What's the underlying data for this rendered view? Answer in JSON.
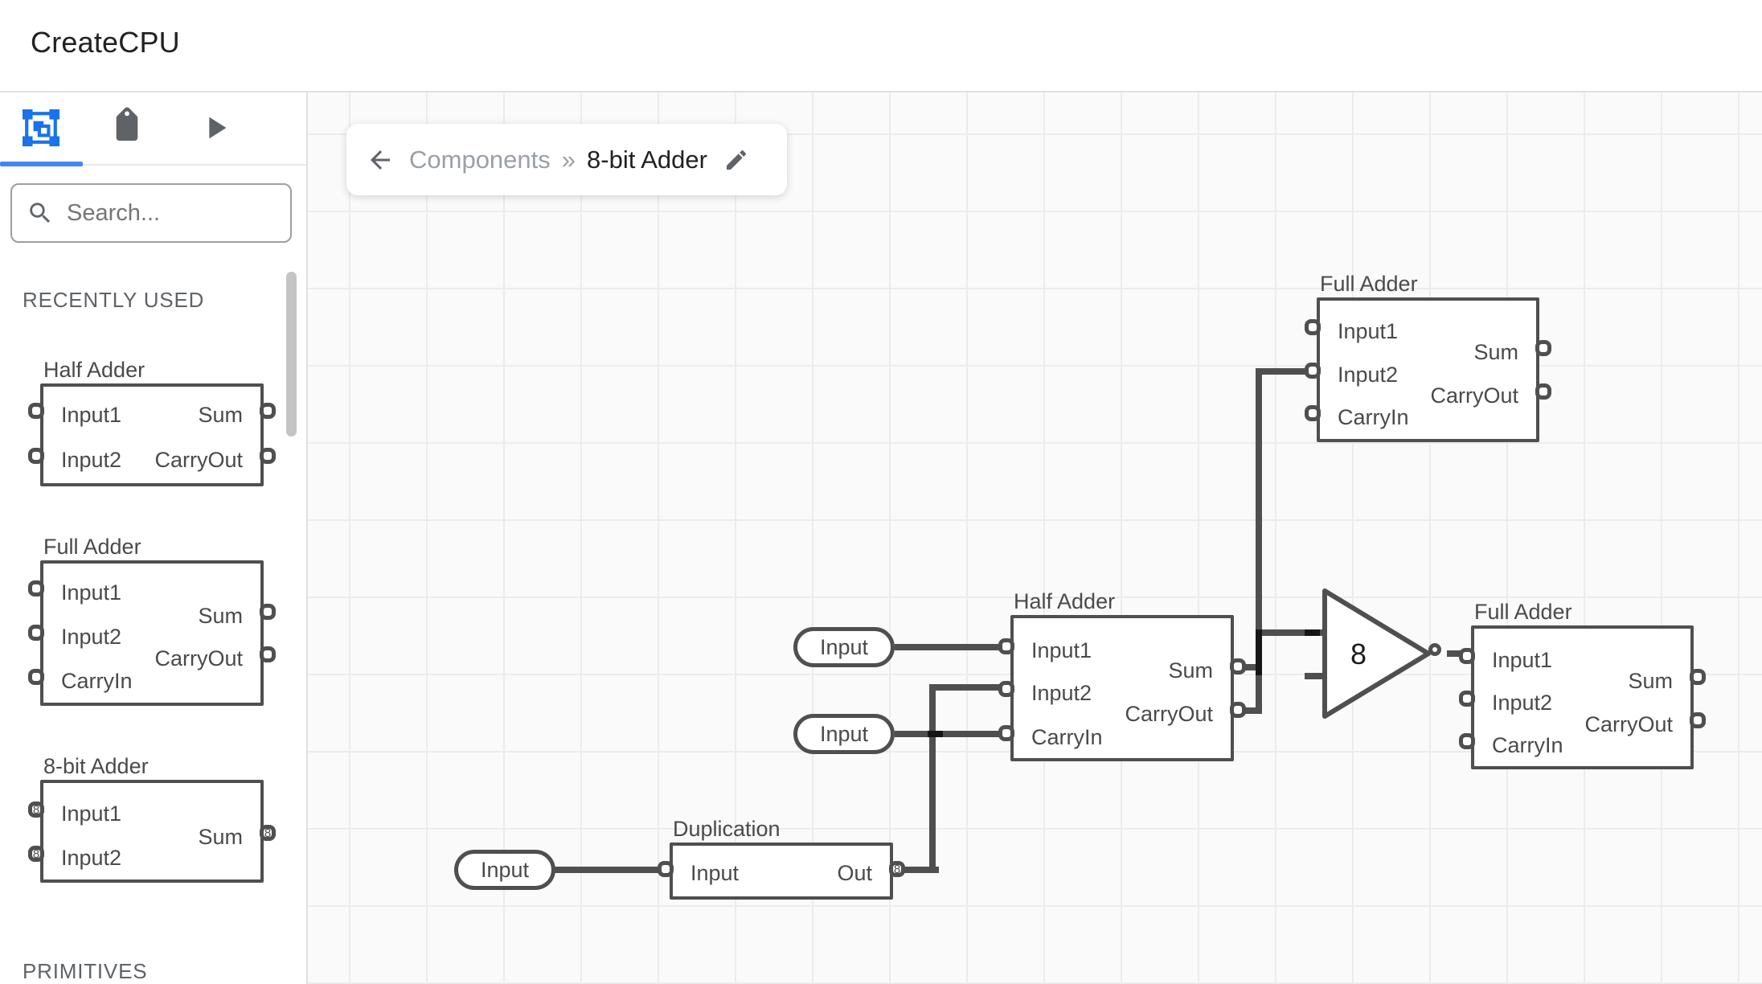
{
  "header": {
    "title": "CreateCPU"
  },
  "colors": {
    "accent_blue": "#1a73e8",
    "tab_underline": "#4285f4",
    "wire": "#4f4f4f",
    "wire_overlap": "#161616",
    "component_border": "#4f4f4f",
    "canvas_bg": "#fafafa",
    "grid_line": "#ececec",
    "label_text": "#4a4a4a",
    "muted_text": "#5f6368"
  },
  "sidebar": {
    "tabs": [
      {
        "icon": "components-icon",
        "active": true
      },
      {
        "icon": "tag-icon",
        "active": false
      },
      {
        "icon": "play-icon",
        "active": false
      }
    ],
    "search": {
      "placeholder": "Search...",
      "value": "",
      "icon": "search-icon"
    },
    "sections": {
      "recently_used": "RECENTLY USED",
      "primitives": "PRIMITIVES"
    },
    "components": [
      {
        "title": "Half Adder",
        "left_ports": [
          {
            "label": "Input1"
          },
          {
            "label": "Input2"
          }
        ],
        "right_ports": [
          {
            "label": "Sum"
          },
          {
            "label": "CarryOut"
          }
        ]
      },
      {
        "title": "Full Adder",
        "left_ports": [
          {
            "label": "Input1"
          },
          {
            "label": "Input2"
          },
          {
            "label": "CarryIn"
          }
        ],
        "right_ports": [
          {
            "label": "Sum"
          },
          {
            "label": "CarryOut"
          }
        ]
      },
      {
        "title": "8-bit Adder",
        "left_ports": [
          {
            "label": "Input1",
            "width": "8"
          },
          {
            "label": "Input2",
            "width": "8"
          }
        ],
        "right_ports": [
          {
            "label": "Sum",
            "width": "8"
          }
        ]
      }
    ]
  },
  "breadcrumb": {
    "back_icon": "arrow-left-icon",
    "parent": "Components",
    "separator": "»",
    "current": "8-bit Adder",
    "edit_icon": "pencil-icon"
  },
  "canvas": {
    "components": [
      {
        "title": "Full Adder",
        "left_ports": [
          {
            "label": "Input1"
          },
          {
            "label": "Input2"
          },
          {
            "label": "CarryIn"
          }
        ],
        "right_ports": [
          {
            "label": "Sum"
          },
          {
            "label": "CarryOut"
          }
        ]
      },
      {
        "title": "Half Adder",
        "left_ports": [
          {
            "label": "Input1"
          },
          {
            "label": "Input2"
          },
          {
            "label": "CarryIn"
          }
        ],
        "right_ports": [
          {
            "label": "Sum"
          },
          {
            "label": "CarryOut"
          }
        ]
      },
      {
        "title": "Full Adder",
        "left_ports": [
          {
            "label": "Input1"
          },
          {
            "label": "Input2"
          },
          {
            "label": "CarryIn"
          }
        ],
        "right_ports": [
          {
            "label": "Sum"
          },
          {
            "label": "CarryOut"
          }
        ]
      },
      {
        "title": "Duplication",
        "left_ports": [
          {
            "label": "Input"
          }
        ],
        "right_ports": [
          {
            "label": "Out",
            "width": "8"
          }
        ]
      }
    ],
    "inputs": [
      {
        "label": "Input"
      },
      {
        "label": "Input"
      },
      {
        "label": "Input"
      }
    ],
    "inverter": {
      "bus_width": "8"
    }
  }
}
